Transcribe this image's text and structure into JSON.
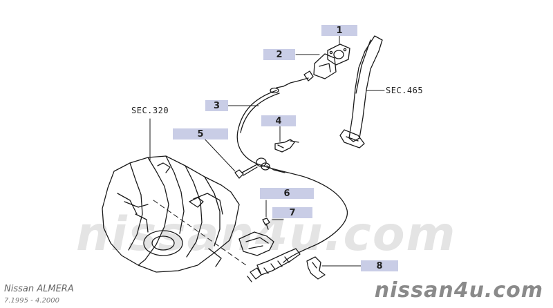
{
  "callouts": {
    "c1": "1",
    "c2": "2",
    "c3": "3",
    "c4": "4",
    "c5": "5",
    "c6": "6",
    "c7": "7",
    "c8": "8"
  },
  "section_refs": {
    "sec_320": "SEC.320",
    "sec_465": "SEC.465"
  },
  "watermark": {
    "big": "nissan4u.com",
    "small": "nissan4u.com"
  },
  "vehicle": {
    "model": "Nissan ALMERA",
    "years": "7.1995 - 4.2000"
  },
  "colors": {
    "callout_bg": "#c9cde6",
    "line_art": "#1a1a1a",
    "watermark_big": "#e4e4e4",
    "watermark_small": "#8a8a8a"
  }
}
